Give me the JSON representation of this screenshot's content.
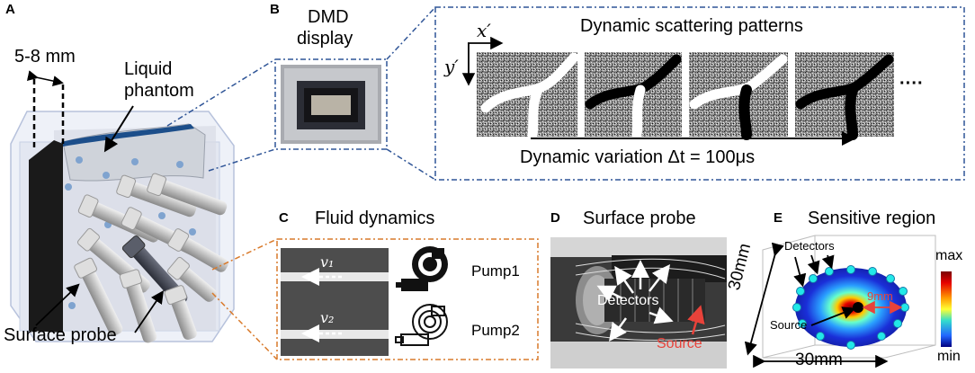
{
  "panels": {
    "A": {
      "letter": "A",
      "distance_label": "5-8 mm",
      "phantom_label_line1": "Liquid",
      "phantom_label_line2": "phantom",
      "probe_label": "Surface probe"
    },
    "B": {
      "letter": "B",
      "dmd_label_line1": "DMD",
      "dmd_label_line2": "display",
      "title": "Dynamic scattering patterns",
      "axis_x": "x′",
      "axis_y": "y′",
      "ellipsis": "····",
      "variation_label": "Dynamic variation Δt = 100μs"
    },
    "C": {
      "letter": "C",
      "title": "Fluid dynamics",
      "velocity_1": "v₁",
      "velocity_2": "v₂",
      "pump_1": "Pump1",
      "pump_2": "Pump2"
    },
    "D": {
      "letter": "D",
      "title": "Surface probe",
      "detectors_label": "Detectors",
      "source_label": "Source"
    },
    "E": {
      "letter": "E",
      "title": "Sensitive region",
      "detectors_label": "Detectors",
      "radius_label": "9mm",
      "source_label": "Source",
      "dim_vertical": "30mm",
      "dim_horizontal": "30mm",
      "colorbar_max": "max",
      "colorbar_min": "min"
    }
  },
  "colors": {
    "dash_blue": "#2f5597",
    "dash_orange": "#d97a2b",
    "source_red": "#e8423a",
    "phantom_liquid": "#1c4e8a"
  }
}
